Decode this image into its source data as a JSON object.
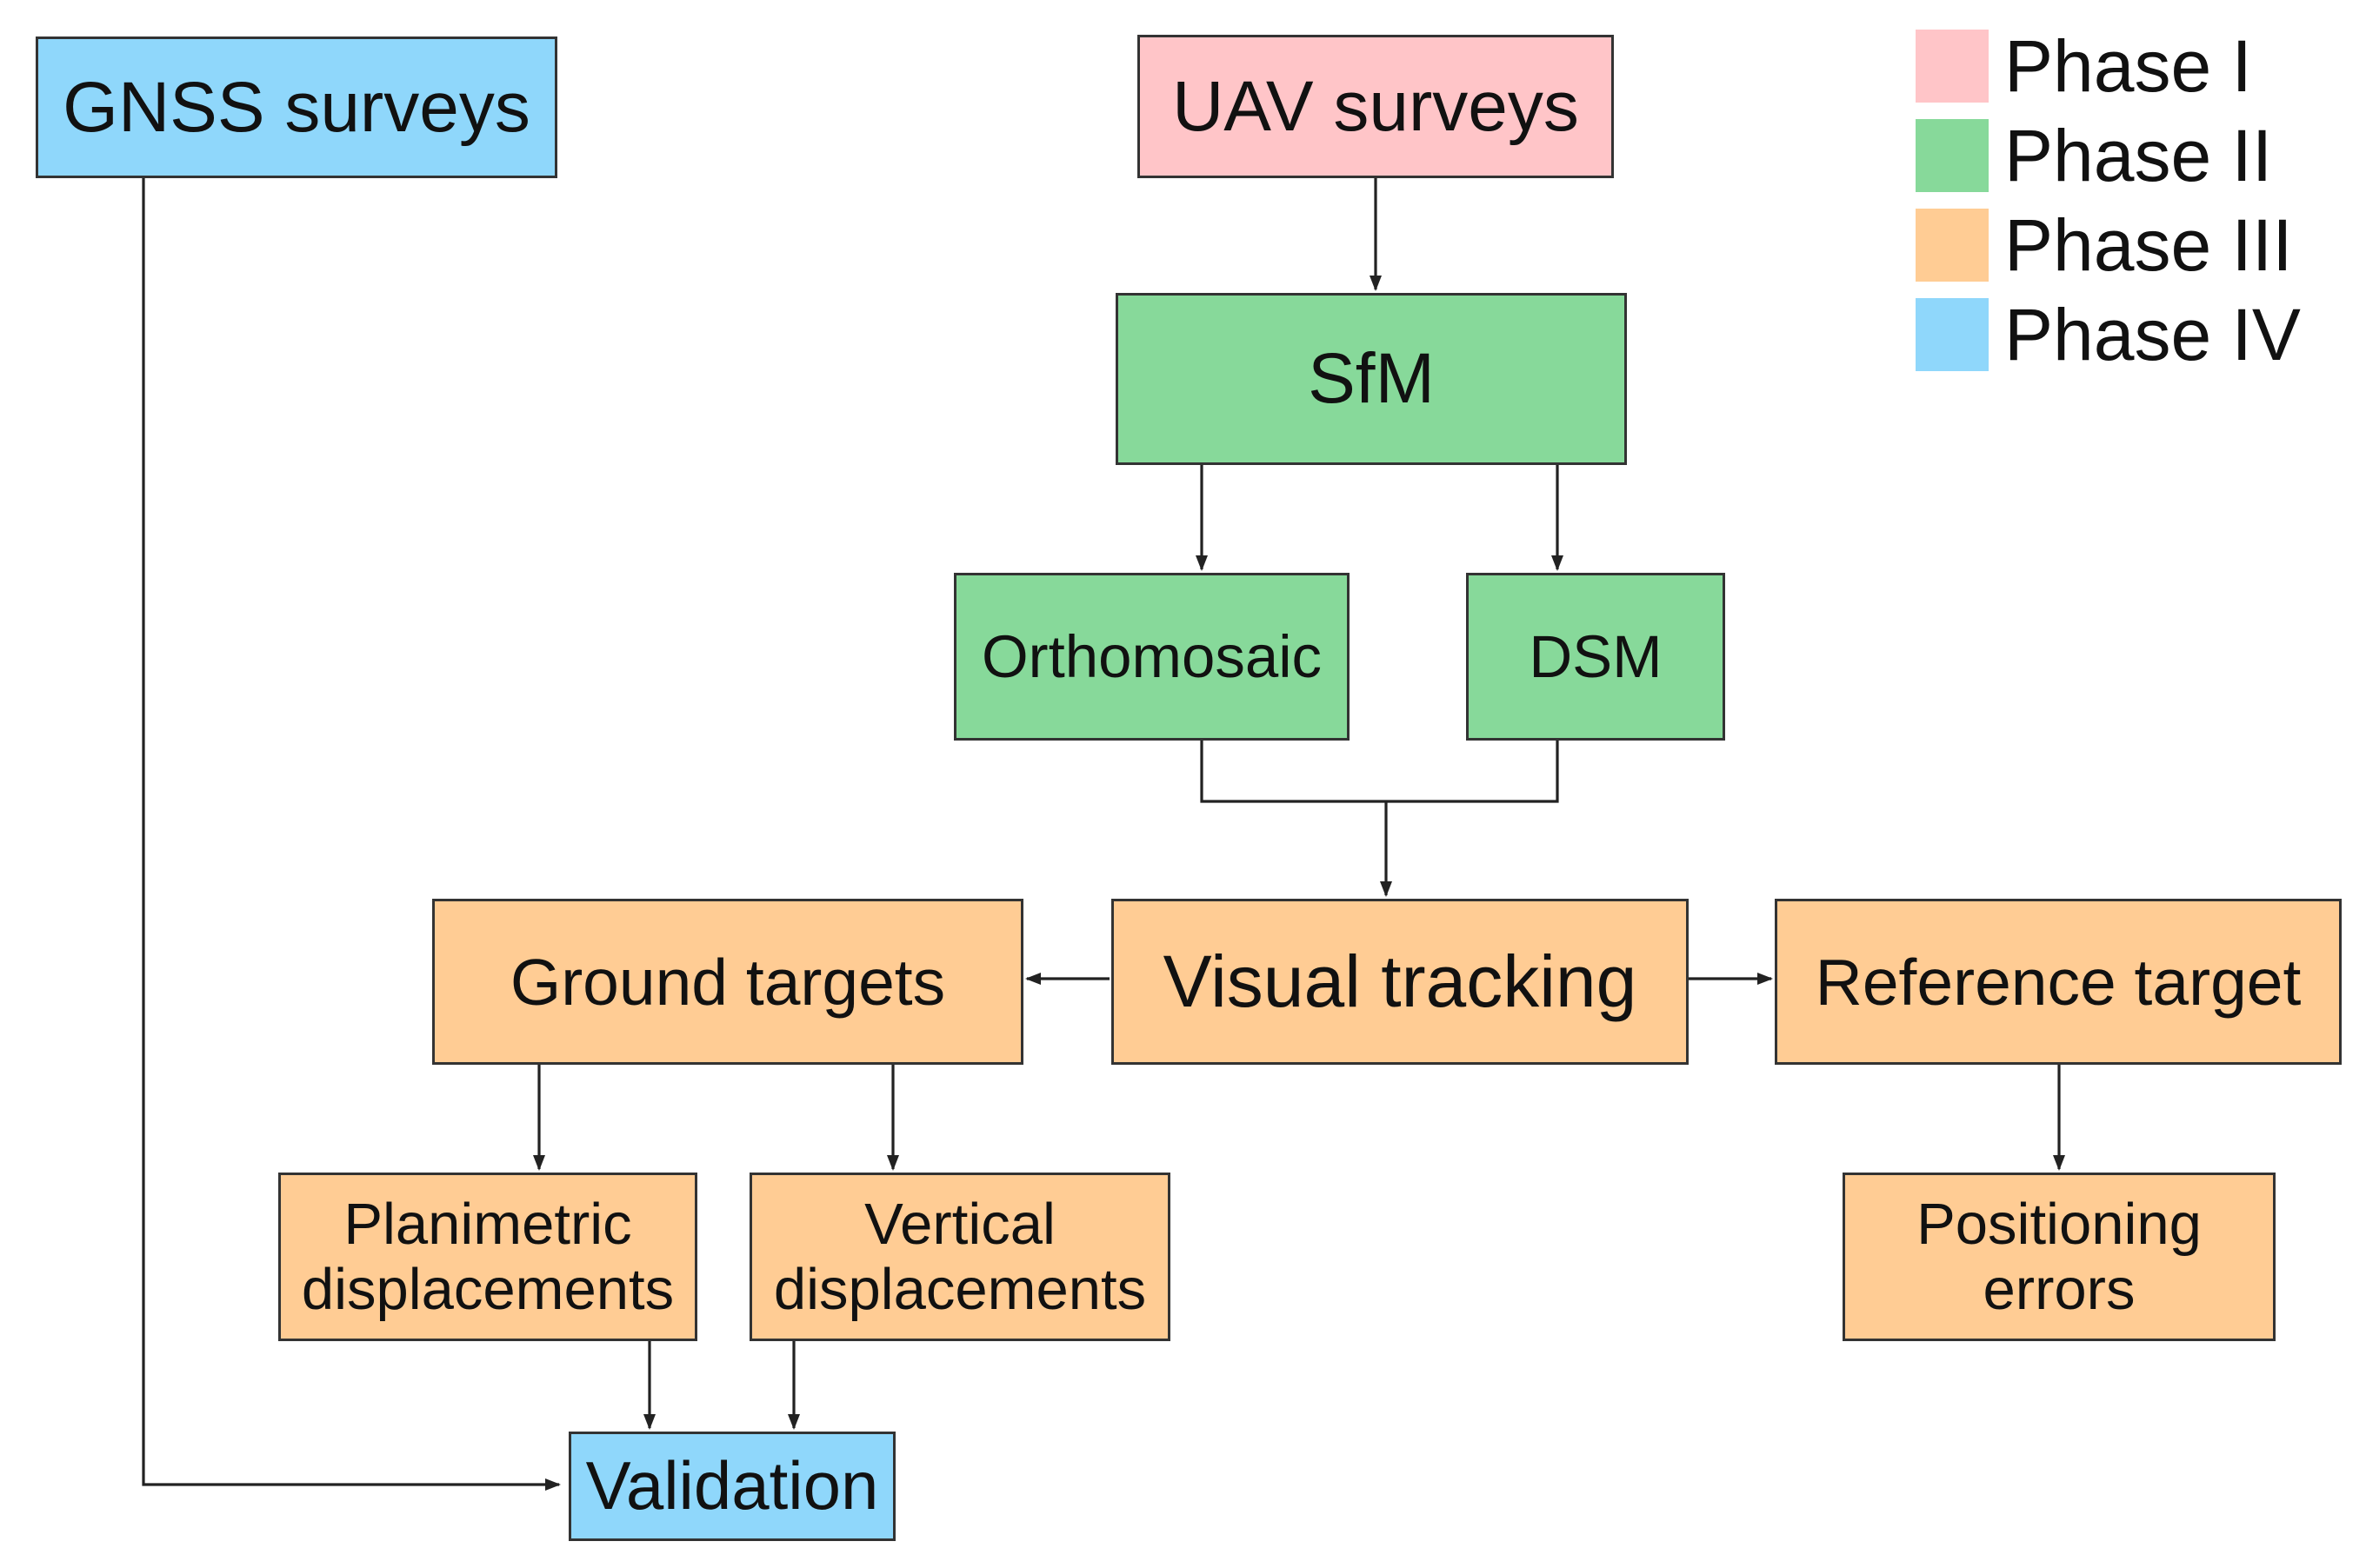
{
  "diagram": {
    "nodes": {
      "gnss_surveys": "GNSS surveys",
      "uav_surveys": "UAV surveys",
      "sfm": "SfM",
      "orthomosaic": "Orthomosaic",
      "dsm": "DSM",
      "ground_targets": "Ground targets",
      "visual_tracking": "Visual tracking",
      "reference_target": "Reference target",
      "planimetric_line1": "Planimetric",
      "planimetric_line2": "displacements",
      "vertical_line1": "Vertical",
      "vertical_line2": "displacements",
      "positioning_line1": "Positioning",
      "positioning_line2": "errors",
      "validation": "Validation"
    },
    "legend": [
      {
        "label": "Phase I",
        "color": "#ffc5c8"
      },
      {
        "label": "Phase II",
        "color": "#87d99a"
      },
      {
        "label": "Phase III",
        "color": "#ffcc94"
      },
      {
        "label": "Phase IV",
        "color": "#8fd7fb"
      }
    ],
    "line_color": "#222222"
  }
}
